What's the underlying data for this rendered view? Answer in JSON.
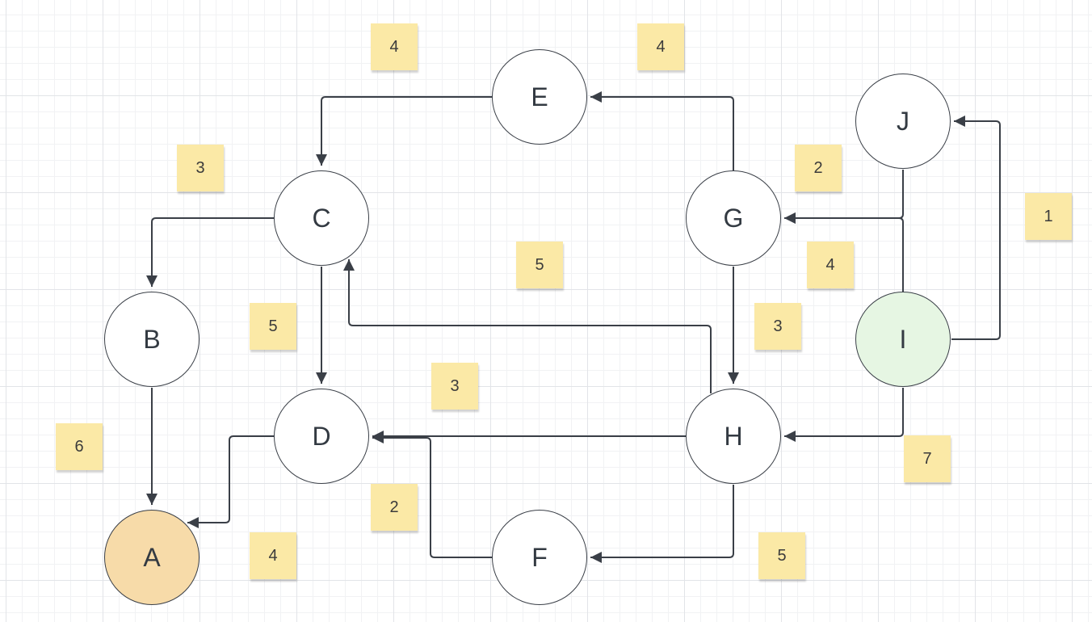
{
  "nodes": {
    "A": {
      "label": "A",
      "fill": "#f7dba9"
    },
    "B": {
      "label": "B",
      "fill": "#ffffff"
    },
    "C": {
      "label": "C",
      "fill": "#ffffff"
    },
    "D": {
      "label": "D",
      "fill": "#ffffff"
    },
    "E": {
      "label": "E",
      "fill": "#ffffff"
    },
    "F": {
      "label": "F",
      "fill": "#ffffff"
    },
    "G": {
      "label": "G",
      "fill": "#ffffff"
    },
    "H": {
      "label": "H",
      "fill": "#ffffff"
    },
    "I": {
      "label": "I",
      "fill": "#e6f6e3"
    },
    "J": {
      "label": "J",
      "fill": "#ffffff"
    }
  },
  "edges": [
    {
      "from": "E",
      "to": "C"
    },
    {
      "from": "G",
      "to": "E"
    },
    {
      "from": "C",
      "to": "B"
    },
    {
      "from": "C",
      "to": "D"
    },
    {
      "from": "B",
      "to": "A"
    },
    {
      "from": "D",
      "to": "A"
    },
    {
      "from": "H",
      "to": "C"
    },
    {
      "from": "H",
      "to": "D"
    },
    {
      "from": "F",
      "to": "D"
    },
    {
      "from": "G",
      "to": "H"
    },
    {
      "from": "H",
      "to": "F"
    },
    {
      "from": "J",
      "to": "G"
    },
    {
      "from": "I",
      "to": "G"
    },
    {
      "from": "I",
      "to": "J"
    },
    {
      "from": "I",
      "to": "H"
    }
  ],
  "notes": [
    {
      "id": "ec",
      "value": "4"
    },
    {
      "id": "ge",
      "value": "4"
    },
    {
      "id": "cb",
      "value": "3"
    },
    {
      "id": "jg",
      "value": "2"
    },
    {
      "id": "ij",
      "value": "1"
    },
    {
      "id": "hc",
      "value": "5"
    },
    {
      "id": "ig",
      "value": "4"
    },
    {
      "id": "cd",
      "value": "5"
    },
    {
      "id": "gh",
      "value": "3"
    },
    {
      "id": "hd",
      "value": "3"
    },
    {
      "id": "ba",
      "value": "6"
    },
    {
      "id": "ih",
      "value": "7"
    },
    {
      "id": "fd",
      "value": "2"
    },
    {
      "id": "da",
      "value": "4"
    },
    {
      "id": "hf",
      "value": "5"
    }
  ],
  "colors": {
    "edge": "#3a3f47",
    "sticky_note": "#fbe9a6",
    "node_border": "#3a3f47"
  }
}
